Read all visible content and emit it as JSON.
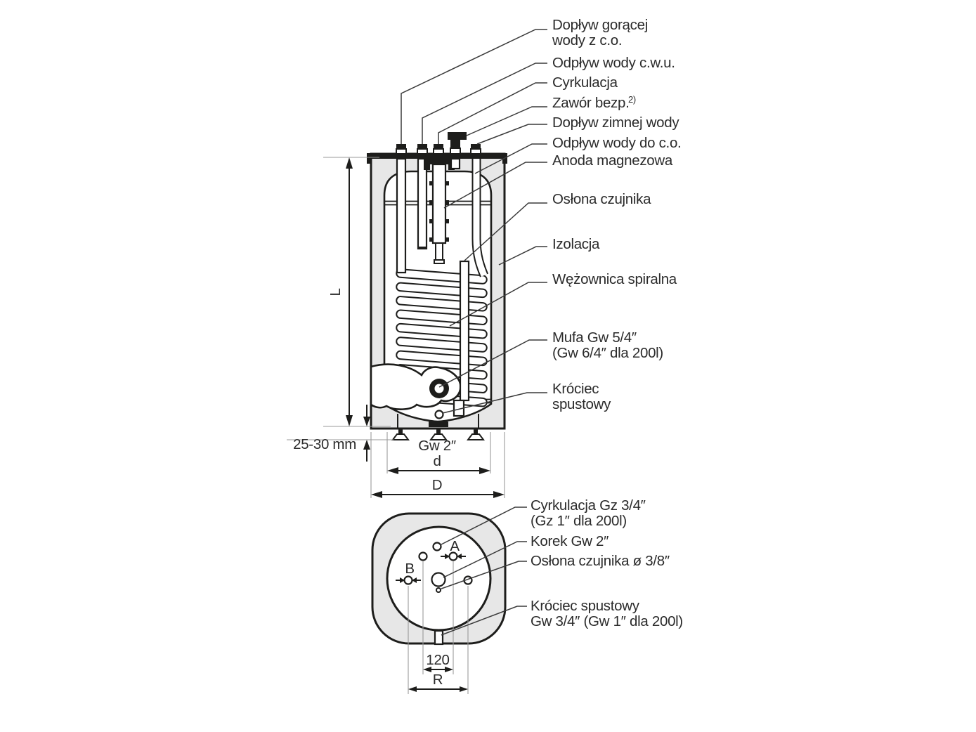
{
  "colors": {
    "line": "#1d1d1b",
    "insulation_fill": "#e7e7e7",
    "text": "#2b2b2b",
    "extension_line": "#9a9a9a",
    "background": "#ffffff"
  },
  "side_view": {
    "labels": [
      {
        "l1": "Dopływ gorącej",
        "l2": "wody z c.o."
      },
      {
        "l1": "Odpływ wody c.w.u."
      },
      {
        "l1": "Cyrkulacja"
      },
      {
        "l1": "Zawór bezp.",
        "sup": "2)"
      },
      {
        "l1": "Dopływ zimnej wody"
      },
      {
        "l1": "Odpływ wody do c.o."
      },
      {
        "l1": "Anoda magnezowa"
      },
      {
        "l1": "Osłona czujnika"
      },
      {
        "l1": "Izolacja"
      },
      {
        "l1": "Wężownica spiralna"
      },
      {
        "l1": "Mufa Gw 5/4″",
        "l2": "(Gw 6/4″ dla 200l)"
      },
      {
        "l1": "Króciec",
        "l2": "spustowy"
      }
    ],
    "dims": {
      "height": "L",
      "foot_gap": "25-30 mm",
      "bottom_plug": "Gw 2″",
      "inner_diameter": "d",
      "outer_diameter": "D"
    }
  },
  "bottom_view": {
    "labels": [
      {
        "l1": "Cyrkulacja Gz 3/4″",
        "l2": "(Gz 1″ dla 200l)"
      },
      {
        "l1": "Korek Gw 2″"
      },
      {
        "l1": "Osłona czujnika ø 3/8″"
      },
      {
        "l1": "Króciec spustowy",
        "l2": "Gw 3/4″ (Gw 1″ dla 200l)"
      }
    ],
    "dims": {
      "hole_spacing": "120",
      "radius": "R",
      "marker_a": "A",
      "marker_b": "B"
    }
  }
}
